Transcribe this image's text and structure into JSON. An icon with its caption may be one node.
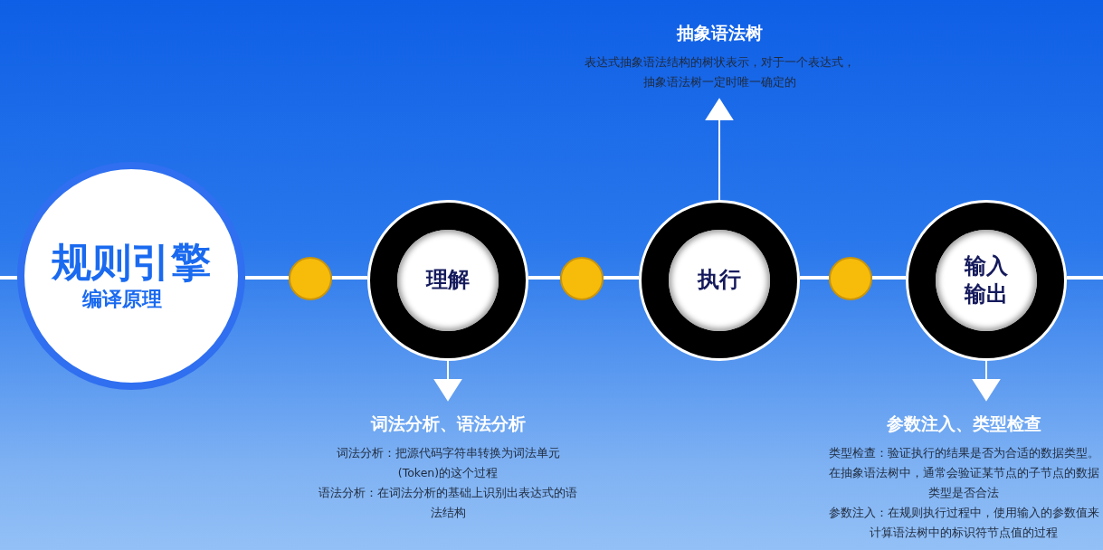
{
  "diagram": {
    "nodes": [
      {
        "text": [
          "规则引擎",
          "编译原理"
        ]
      },
      {
        "text": [],
        "shape": "circle"
      },
      {
        "text": [
          "理解"
        ]
      },
      {
        "text": [],
        "shape": "circle"
      },
      {
        "text": [
          "执行"
        ]
      },
      {
        "text": [],
        "shape": "circle"
      },
      {
        "text": [
          "输入输出"
        ]
      },
      {
        "text": [
          "抽象语法树",
          "表达式抽象语法结构的树状表示，对于一个表达式，抽象语法树一定时唯一确定的"
        ]
      },
      {
        "text": [
          "词法分析、语法分析",
          "词法分析：把源代码字符串转换为词法单元(Token)的这个过程",
          "语法分析：在词法分析的基础上识别出表达式的语法结构"
        ]
      },
      {
        "text": [
          "参数注入、类型检查",
          "类型检查：验证执行的结果是否为合适的数据类型。在抽象语法树中，通常会验证某节点的子节点的数据类型是否合法",
          "参数注入：在规则执行过程中，使用输入的参数值来计算语法树中的标识符节点值的过程"
        ]
      }
    ],
    "edges": [
      {
        "from": null,
        "to": 0,
        "arrow": "none"
      },
      {
        "from": 0,
        "to": 1,
        "arrow": "none"
      },
      {
        "from": 1,
        "to": 2,
        "arrow": "none"
      },
      {
        "from": 2,
        "to": 3,
        "arrow": "none"
      },
      {
        "from": 3,
        "to": 4,
        "arrow": "none"
      },
      {
        "from": 4,
        "to": 5,
        "arrow": "none"
      },
      {
        "from": 5,
        "to": 6,
        "arrow": "none"
      },
      {
        "from": 6,
        "to": null,
        "arrow": "none"
      },
      {
        "from": 2,
        "to": 8,
        "arrow": "to"
      },
      {
        "from": 4,
        "to": 7,
        "arrow": "to"
      },
      {
        "from": 6,
        "to": 9,
        "arrow": "to"
      }
    ]
  }
}
